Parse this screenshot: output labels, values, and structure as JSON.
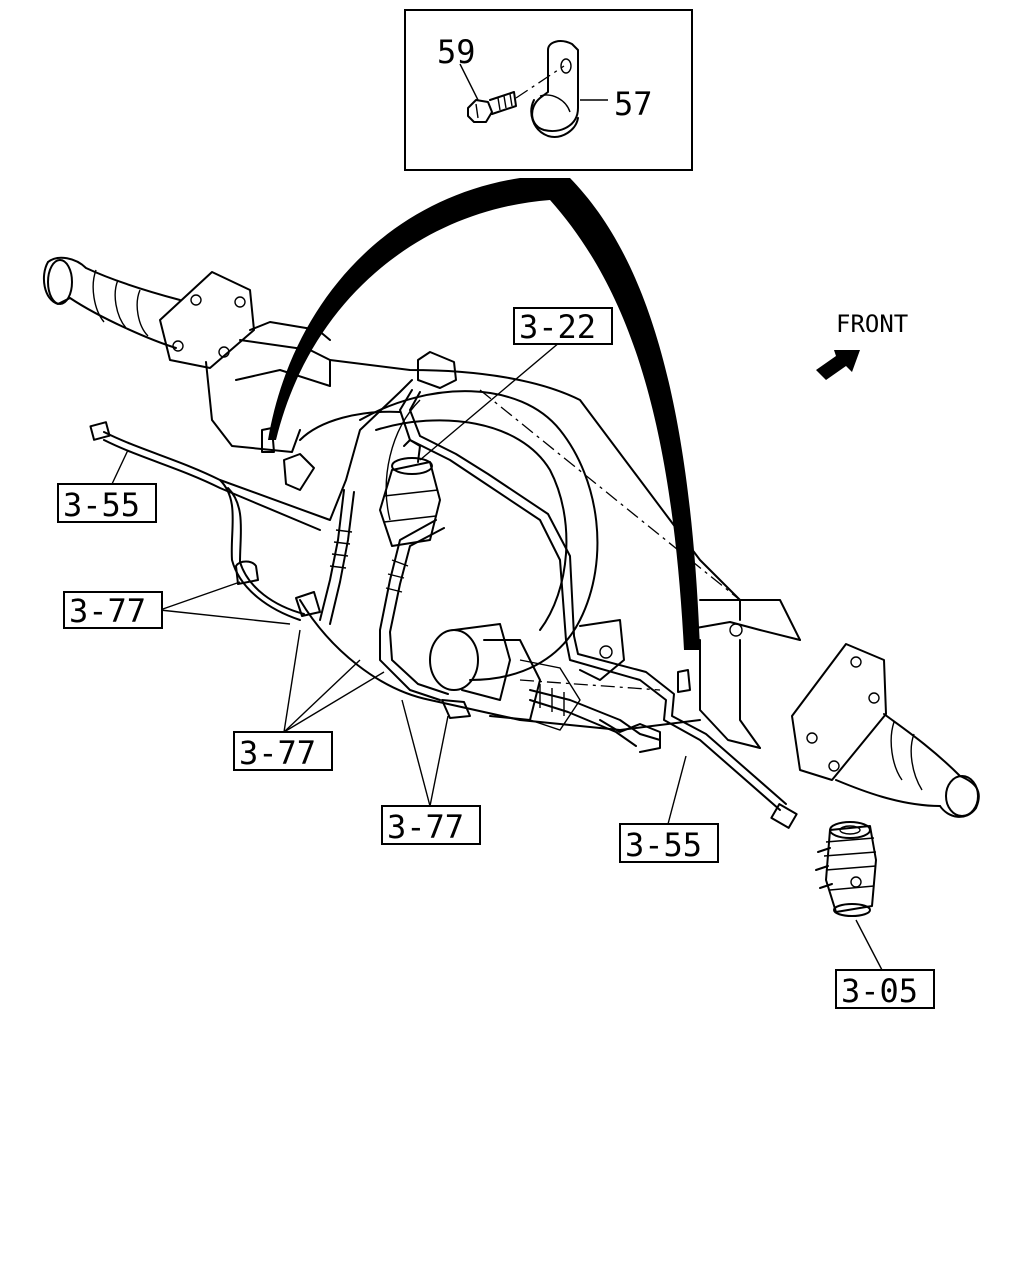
{
  "diagram": {
    "front_label": "FRONT",
    "callouts": {
      "clamp": "57",
      "bolt": "59",
      "hose_top": "3-22",
      "pipe_left": "3-55",
      "pipe_right": "3-55",
      "hose_left": "3-77",
      "hose_mid": "3-77",
      "hose_bottom": "3-77",
      "wheel_cylinder": "3-05"
    }
  }
}
